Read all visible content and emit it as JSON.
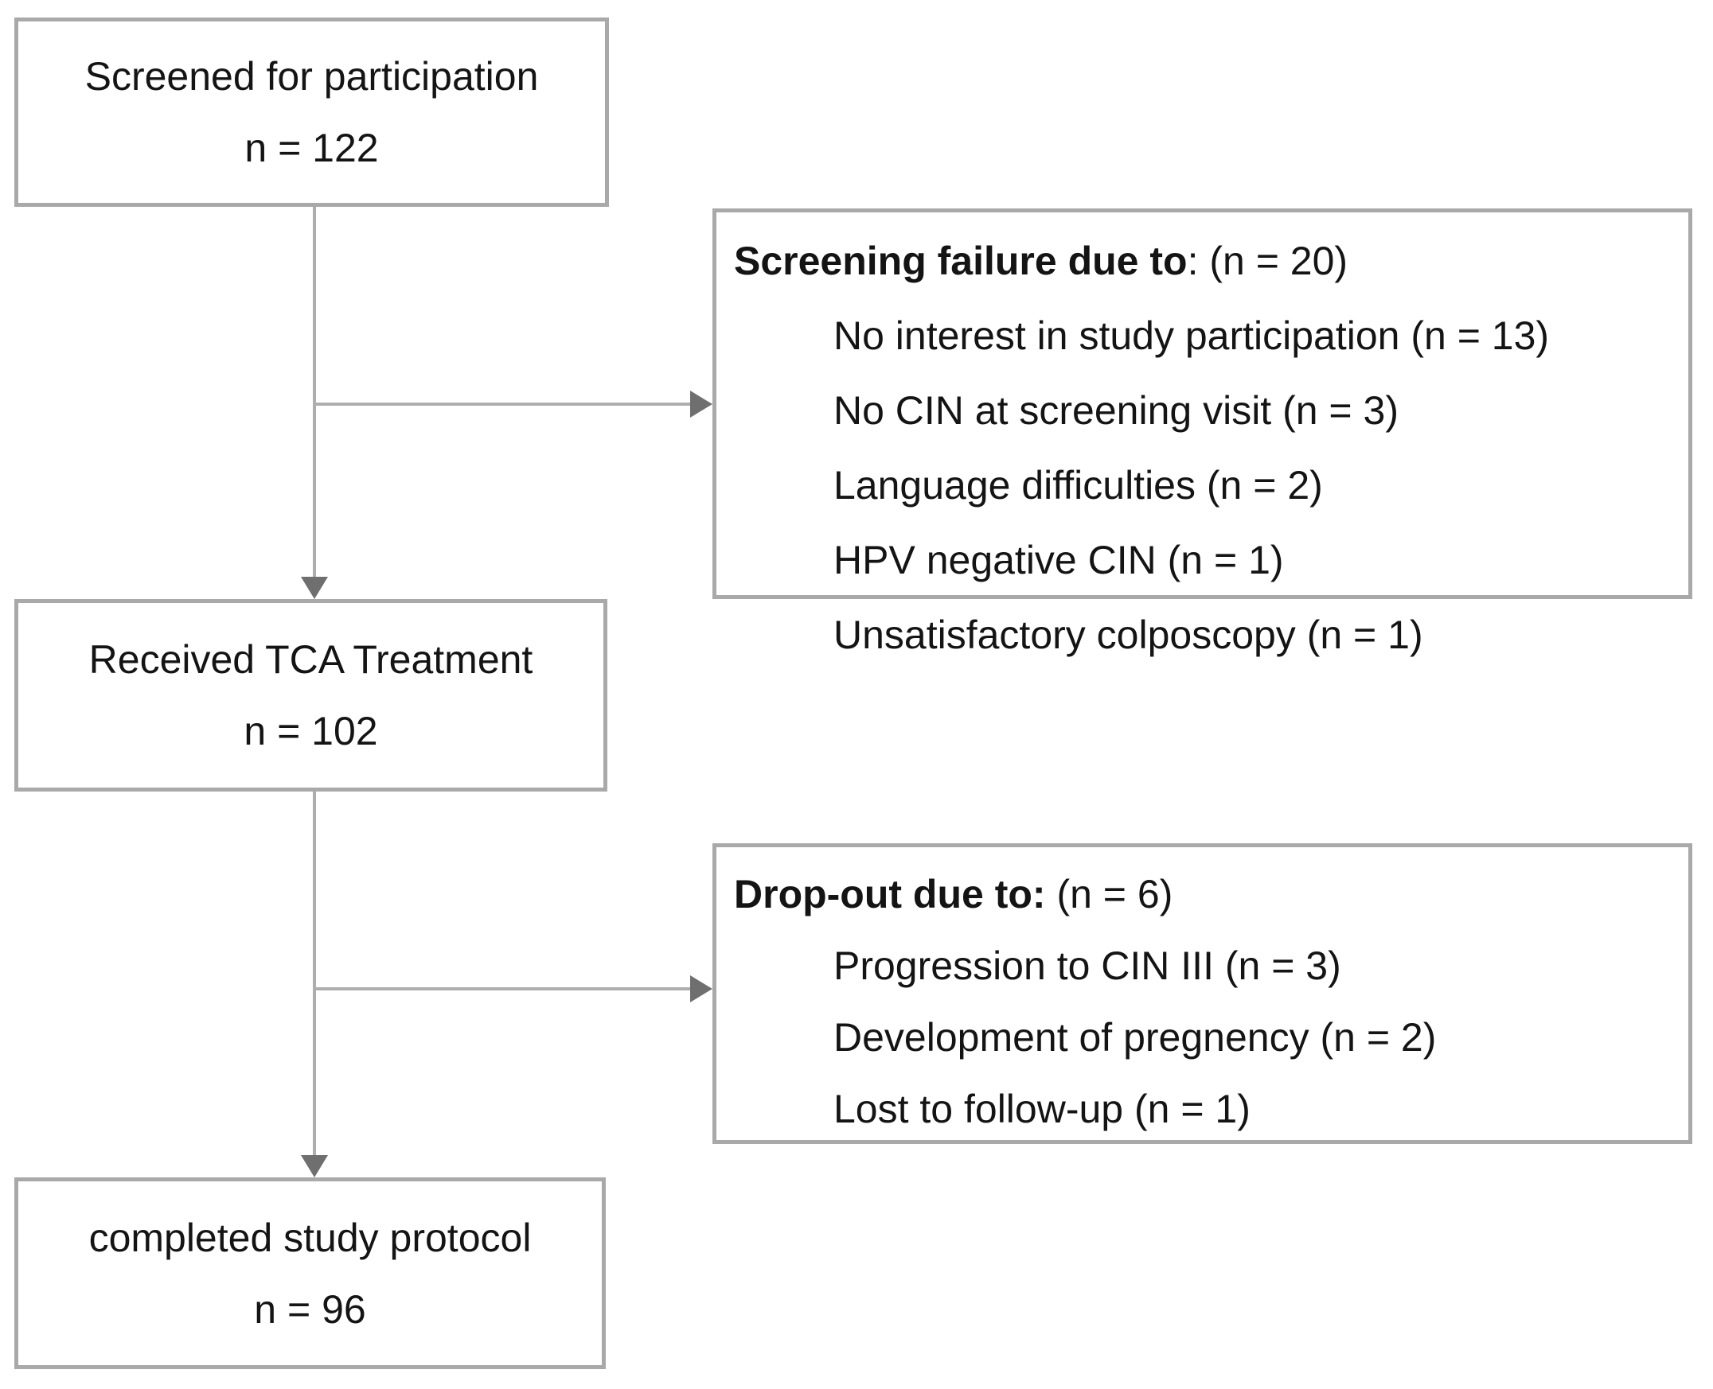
{
  "diagram": {
    "boxes": {
      "screened": {
        "line1": "Screened for participation",
        "line2": "n = 122"
      },
      "screening_failure": {
        "title_bold": "Screening failure due to",
        "title_rest": ": (n = 20)",
        "items": [
          "No interest in study participation (n = 13)",
          "No CIN at screening visit (n = 3)",
          "Language difficulties (n = 2)",
          "HPV negative CIN (n = 1)",
          "Unsatisfactory colposcopy (n = 1)"
        ]
      },
      "treated": {
        "line1": "Received TCA Treatment",
        "line2": "n = 102"
      },
      "drop_out": {
        "title_bold": "Drop-out due to:",
        "title_rest": " (n = 6)",
        "items": [
          "Progression to CIN III (n = 3)",
          "Development of pregnency (n = 2)",
          "Lost to follow-up (n = 1)"
        ]
      },
      "completed": {
        "line1": "completed study protocol",
        "line2": "n = 96"
      }
    },
    "colors": {
      "box_border": "#a9a9a9",
      "connector": "#aeaeae",
      "arrowhead": "#6f6f6f",
      "text": "#141414",
      "background": "#ffffff"
    }
  }
}
